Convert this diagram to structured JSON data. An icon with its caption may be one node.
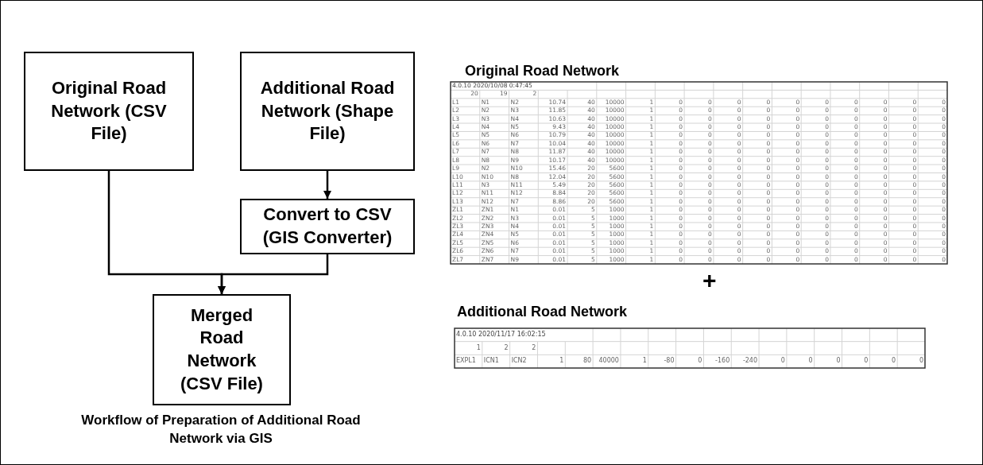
{
  "diagram": {
    "caption": "Workflow of Preparation of Additional Road Network via GIS",
    "nodes": [
      {
        "text": [
          "Original Road Network (CSV File)"
        ]
      },
      {
        "text": [
          "Additional Road Network (Shape File)"
        ]
      },
      {
        "text": [
          "Convert to CSV (GIS Converter)"
        ]
      },
      {
        "text": [
          "Merged Road Network (CSV File)"
        ]
      }
    ],
    "edges": [
      {
        "from": 1,
        "to": 2,
        "arrow": "to"
      },
      {
        "from": 0,
        "to": 3,
        "arrow": "to"
      },
      {
        "from": 2,
        "to": 3,
        "arrow": "to"
      }
    ],
    "labels": [
      "Original Road Network",
      "4.0.10 2020/10/08 0:47:45",
      "20",
      "19",
      "2",
      "L1",
      "N1",
      "N2",
      "10.74",
      "40",
      "10000",
      "1",
      "0",
      "0",
      "0",
      "0",
      "0",
      "0",
      "0",
      "0",
      "0",
      "0",
      "L2",
      "N2",
      "N3",
      "11.85",
      "40",
      "10000",
      "1",
      "0",
      "0",
      "0",
      "0",
      "0",
      "0",
      "0",
      "0",
      "0",
      "0",
      "L3",
      "N3",
      "N4",
      "10.63",
      "40",
      "10000",
      "1",
      "0",
      "0",
      "0",
      "0",
      "0",
      "0",
      "0",
      "0",
      "0",
      "0",
      "L4",
      "N4",
      "N5",
      "9.43",
      "40",
      "10000",
      "1",
      "0",
      "0",
      "0",
      "0",
      "0",
      "0",
      "0",
      "0",
      "0",
      "0",
      "L5",
      "N5",
      "N6",
      "10.79",
      "40",
      "10000",
      "1",
      "0",
      "0",
      "0",
      "0",
      "0",
      "0",
      "0",
      "0",
      "0",
      "0",
      "L6",
      "N6",
      "N7",
      "10.04",
      "40",
      "10000",
      "1",
      "0",
      "0",
      "0",
      "0",
      "0",
      "0",
      "0",
      "0",
      "0",
      "0",
      "L7",
      "N7",
      "N8",
      "11.87",
      "40",
      "10000",
      "1",
      "0",
      "0",
      "0",
      "0",
      "0",
      "0",
      "0",
      "0",
      "0",
      "0",
      "L8",
      "N8",
      "N9",
      "10.17",
      "40",
      "10000",
      "1",
      "0",
      "0",
      "0",
      "0",
      "0",
      "0",
      "0",
      "0",
      "0",
      "0",
      "L9",
      "N2",
      "N10",
      "15.46",
      "20",
      "5600",
      "1",
      "0",
      "0",
      "0",
      "0",
      "0",
      "0",
      "0",
      "0",
      "0",
      "0",
      "L10",
      "N10",
      "N8",
      "12.04",
      "20",
      "5600",
      "1",
      "0",
      "0",
      "0",
      "0",
      "0",
      "0",
      "0",
      "0",
      "0",
      "0",
      "L11",
      "N3",
      "N11",
      "5.49",
      "20",
      "5600",
      "1",
      "0",
      "0",
      "0",
      "0",
      "0",
      "0",
      "0",
      "0",
      "0",
      "0",
      "L12",
      "N11",
      "N12",
      "8.84",
      "20",
      "5600",
      "1",
      "0",
      "0",
      "0",
      "0",
      "0",
      "0",
      "0",
      "0",
      "0",
      "0",
      "L13",
      "N12",
      "N7",
      "8.86",
      "20",
      "5600",
      "1",
      "0",
      "0",
      "0",
      "0",
      "0",
      "0",
      "0",
      "0",
      "0",
      "0",
      "ZL1",
      "ZN1",
      "N1",
      "0.01",
      "5",
      "1000",
      "1",
      "0",
      "0",
      "0",
      "0",
      "0",
      "0",
      "0",
      "0",
      "0",
      "0",
      "ZL2",
      "ZN2",
      "N3",
      "0.01",
      "5",
      "1000",
      "1",
      "0",
      "0",
      "0",
      "0",
      "0",
      "0",
      "0",
      "0",
      "0",
      "0",
      "ZL3",
      "ZN3",
      "N4",
      "0.01",
      "5",
      "1000",
      "1",
      "0",
      "0",
      "0",
      "0",
      "0",
      "0",
      "0",
      "0",
      "0",
      "0",
      "ZL4",
      "ZN4",
      "N5",
      "0.01",
      "5",
      "1000",
      "1",
      "0",
      "0",
      "0",
      "0",
      "0",
      "0",
      "0",
      "0",
      "0",
      "0",
      "ZL5",
      "ZN5",
      "N6",
      "0.01",
      "5",
      "1000",
      "1",
      "0",
      "0",
      "0",
      "0",
      "0",
      "0",
      "0",
      "0",
      "0",
      "0",
      "ZL6",
      "ZN6",
      "N7",
      "0.01",
      "5",
      "1000",
      "1",
      "0",
      "0",
      "0",
      "0",
      "0",
      "0",
      "0",
      "0",
      "0",
      "0",
      "ZL7",
      "ZN7",
      "N9",
      "0.01",
      "5",
      "1000",
      "1",
      "0",
      "0",
      "0",
      "0",
      "0",
      "0",
      "0",
      "0",
      "0",
      "0",
      "+",
      "Additional Road Network",
      "4.0.10 2020/11/17 16:02:15",
      "1",
      "2",
      "2",
      "EXPL1",
      "ICN1",
      "ICN2",
      "1",
      "80",
      "40000",
      "1",
      "-80",
      "0",
      "-160",
      "-240",
      "0",
      "0",
      "0",
      "0",
      "0",
      "0"
    ]
  }
}
